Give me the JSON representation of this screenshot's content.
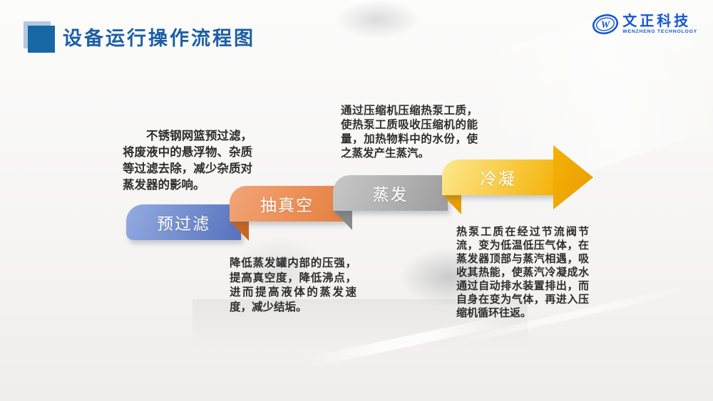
{
  "header": {
    "title": "设备运行操作流程图",
    "title_color": "#1d5fa5",
    "marker_dark_color": "#1768a5",
    "marker_light_color": "#9cb8d3"
  },
  "logo": {
    "mark": "W",
    "name": "文正科技",
    "subtitle": "WENZHENG TECHNOLOGY",
    "color": "#1556d6"
  },
  "steps": [
    {
      "label": "预过滤",
      "desc": "不锈钢网篮预过滤，将废液中的悬浮物、杂质等过滤去除，减少杂质对蒸发器的影响。",
      "desc_position": "above",
      "color_start": "#93ace1",
      "color_end": "#5671bd",
      "fold_color": "#44599f"
    },
    {
      "label": "抽真空",
      "desc": "降低蒸发罐内部的压强，提高真空度，降低沸点，进而提高液体的蒸发速度，减少结垢。",
      "desc_position": "below",
      "color_start": "#f2a477",
      "color_end": "#e5803f",
      "fold_color": "#c9671f"
    },
    {
      "label": "蒸发",
      "desc": "通过压缩机压缩热泵工质，使热泵工质吸收压缩机的能量，加热物料中的水份，使之蒸发产生蒸汽。",
      "desc_position": "above",
      "color_start": "#c7c7c7",
      "color_end": "#9d9d9d",
      "fold_color": "#898989"
    },
    {
      "label": "冷凝",
      "desc": "热泵工质在经过节流阀节流，变为低温低压气体，在蒸发器顶部与蒸汽相遇，吸收其热能，使蒸汽冷凝成水通过自动排水装置排出，而自身在变为气体，再进入压缩机循环往返。",
      "desc_position": "below",
      "color_start": "#fce98f",
      "color_end": "#f5b208",
      "fold_color": "#e99c00"
    }
  ]
}
